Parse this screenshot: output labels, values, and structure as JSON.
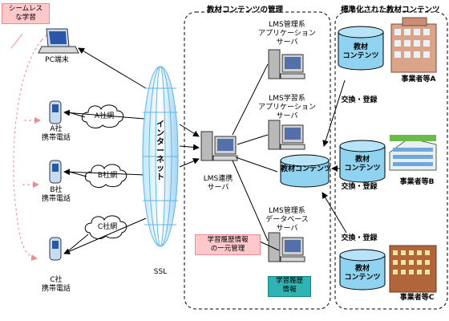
{
  "labels": {
    "seamless": [
      "シームレス",
      "な学習"
    ],
    "pc": "PC端末",
    "phone_a": [
      "A社",
      "携帯電話"
    ],
    "phone_b": [
      "B社",
      "携帯電話"
    ],
    "phone_c": [
      "C社",
      "携帯電話"
    ],
    "cloud_a": "A社網",
    "cloud_b": "B社網",
    "cloud_c": "C社網",
    "internet": "インターネット",
    "ssl": "SSL",
    "mgmt_title": "教材コンテンツの管理",
    "std_title": "標準化された教材コンテンツ",
    "srv_mgmt": [
      "LMS管理系",
      "アプリケーション",
      "サーバ"
    ],
    "srv_learn": [
      "LMS学習系",
      "アプリケーション",
      "サーバ"
    ],
    "srv_relay": [
      "LMS連携",
      "サーバ"
    ],
    "srv_db": [
      "LMS管理系",
      "データベース",
      "サーバ"
    ],
    "contents_center": "教材コンテンツ",
    "history_callout": [
      "学習履歴情報",
      "の一元管理"
    ],
    "history_box": [
      "学習履歴",
      "情報"
    ],
    "contents_vendor": [
      "教材",
      "コンテンツ"
    ],
    "vendor_a": "事業者等A",
    "vendor_b": "事業者等B",
    "vendor_c": "事業者等C",
    "exchange": "交換・登録"
  },
  "colors": {
    "callout_bg": "#ffc9cc",
    "cyl_fill": "#8fd3f0",
    "teal": "#2fb3b3",
    "globe": "#5fb6e8"
  }
}
